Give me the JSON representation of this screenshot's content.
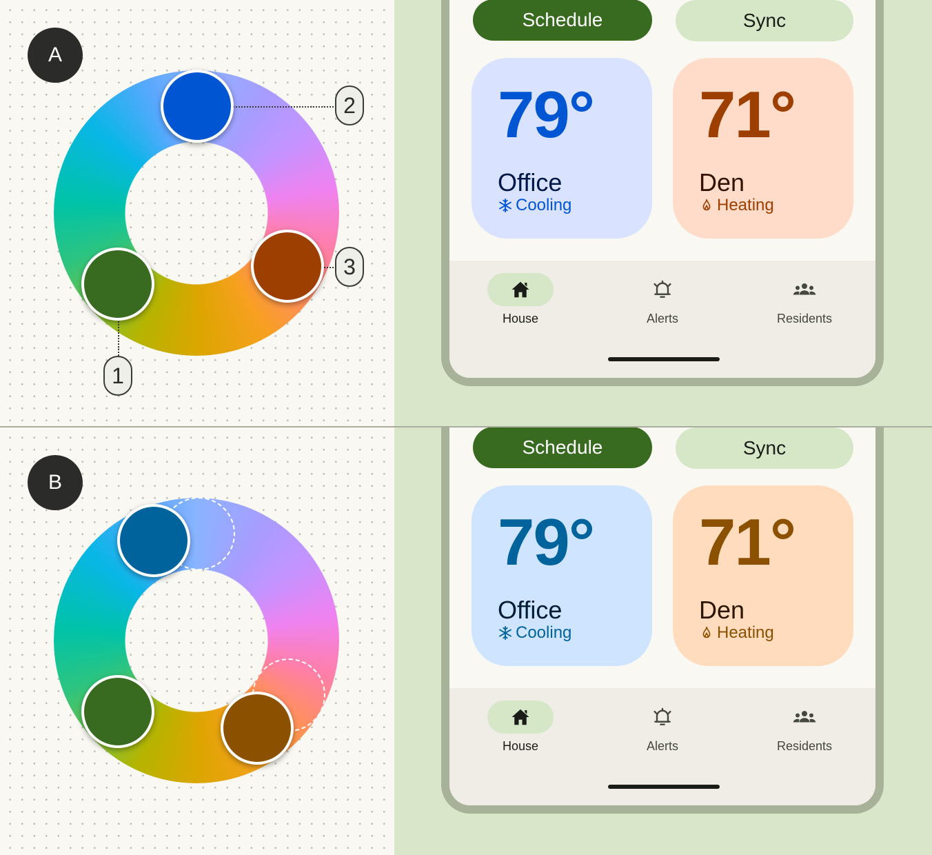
{
  "panels": [
    {
      "badge": "A",
      "swatch_colors": {
        "green": "#386a20",
        "blue": "#0056d2",
        "orange": "#9d3f00"
      },
      "callouts": [
        "1",
        "2",
        "3"
      ],
      "buttons": {
        "schedule": "Schedule",
        "sync": "Sync"
      },
      "rooms": [
        {
          "temp": "79°",
          "name": "Office",
          "status": "Cooling",
          "icon": "snowflake-icon",
          "bg": "#d9e2ff",
          "temp_color": "#0056d2",
          "name_color": "#001848",
          "status_color": "#0056d2"
        },
        {
          "temp": "71°",
          "name": "Den",
          "status": "Heating",
          "icon": "flame-icon",
          "bg": "#ffdbc9",
          "temp_color": "#9d3f00",
          "name_color": "#341000",
          "status_color": "#9d3f00"
        }
      ],
      "nav": [
        {
          "label": "House",
          "icon": "home-icon",
          "active": true
        },
        {
          "label": "Alerts",
          "icon": "alarm-bell-icon",
          "active": false
        },
        {
          "label": "Residents",
          "icon": "group-icon",
          "active": false
        }
      ]
    },
    {
      "badge": "B",
      "swatch_colors": {
        "green": "#386a20",
        "blue": "#00639b",
        "orange": "#8b5000"
      },
      "callouts": [],
      "buttons": {
        "schedule": "Schedule",
        "sync": "Sync"
      },
      "rooms": [
        {
          "temp": "79°",
          "name": "Office",
          "status": "Cooling",
          "icon": "snowflake-icon",
          "bg": "#cfe5ff",
          "temp_color": "#00639b",
          "name_color": "#001d33",
          "status_color": "#00639b"
        },
        {
          "temp": "71°",
          "name": "Den",
          "status": "Heating",
          "icon": "flame-icon",
          "bg": "#ffdcbe",
          "temp_color": "#8b5000",
          "name_color": "#2c1600",
          "status_color": "#8b5000"
        }
      ],
      "nav": [
        {
          "label": "House",
          "icon": "home-icon",
          "active": true
        },
        {
          "label": "Alerts",
          "icon": "alarm-bell-icon",
          "active": false
        },
        {
          "label": "Residents",
          "icon": "group-icon",
          "active": false
        }
      ]
    }
  ]
}
